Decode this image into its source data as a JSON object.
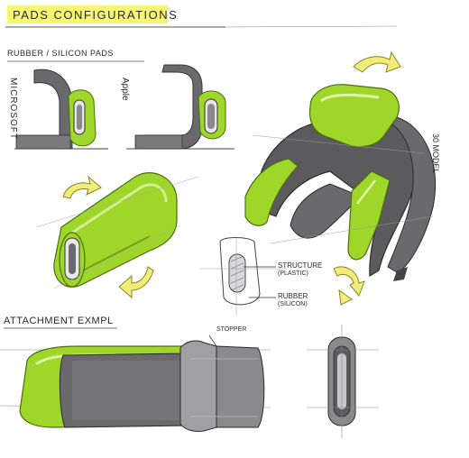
{
  "sheet": {
    "title": "PADS CONFIGURATIONS",
    "subtitle": "RUBBER / SILICON  PADS",
    "brand_left": "MICROSOFT",
    "brand_right": "Apple",
    "side_note": "30 MODEL",
    "callout_structure": "STRUCTURE",
    "callout_structure_sub": "(PLASTIC)",
    "callout_rubber": "RUBBER",
    "callout_rubber_sub": "(SILICON)",
    "attachment_heading": "ATTACHMENT EXMPL",
    "stopper_label": "STOPPER"
  },
  "colors": {
    "accent_green": "#9fd62a",
    "accent_green_dark": "#6fa01a",
    "highlight_yellow": "#f5f55a",
    "arrow_yellow": "#f2ec7a",
    "gray_dark": "#5b5b5e",
    "gray_mid": "#8a8a8e",
    "gray_light": "#c8c8cc",
    "ink": "#2a2a2a"
  },
  "icons": {
    "rotate_arrow": "curved-rotate-arrow-icon"
  }
}
